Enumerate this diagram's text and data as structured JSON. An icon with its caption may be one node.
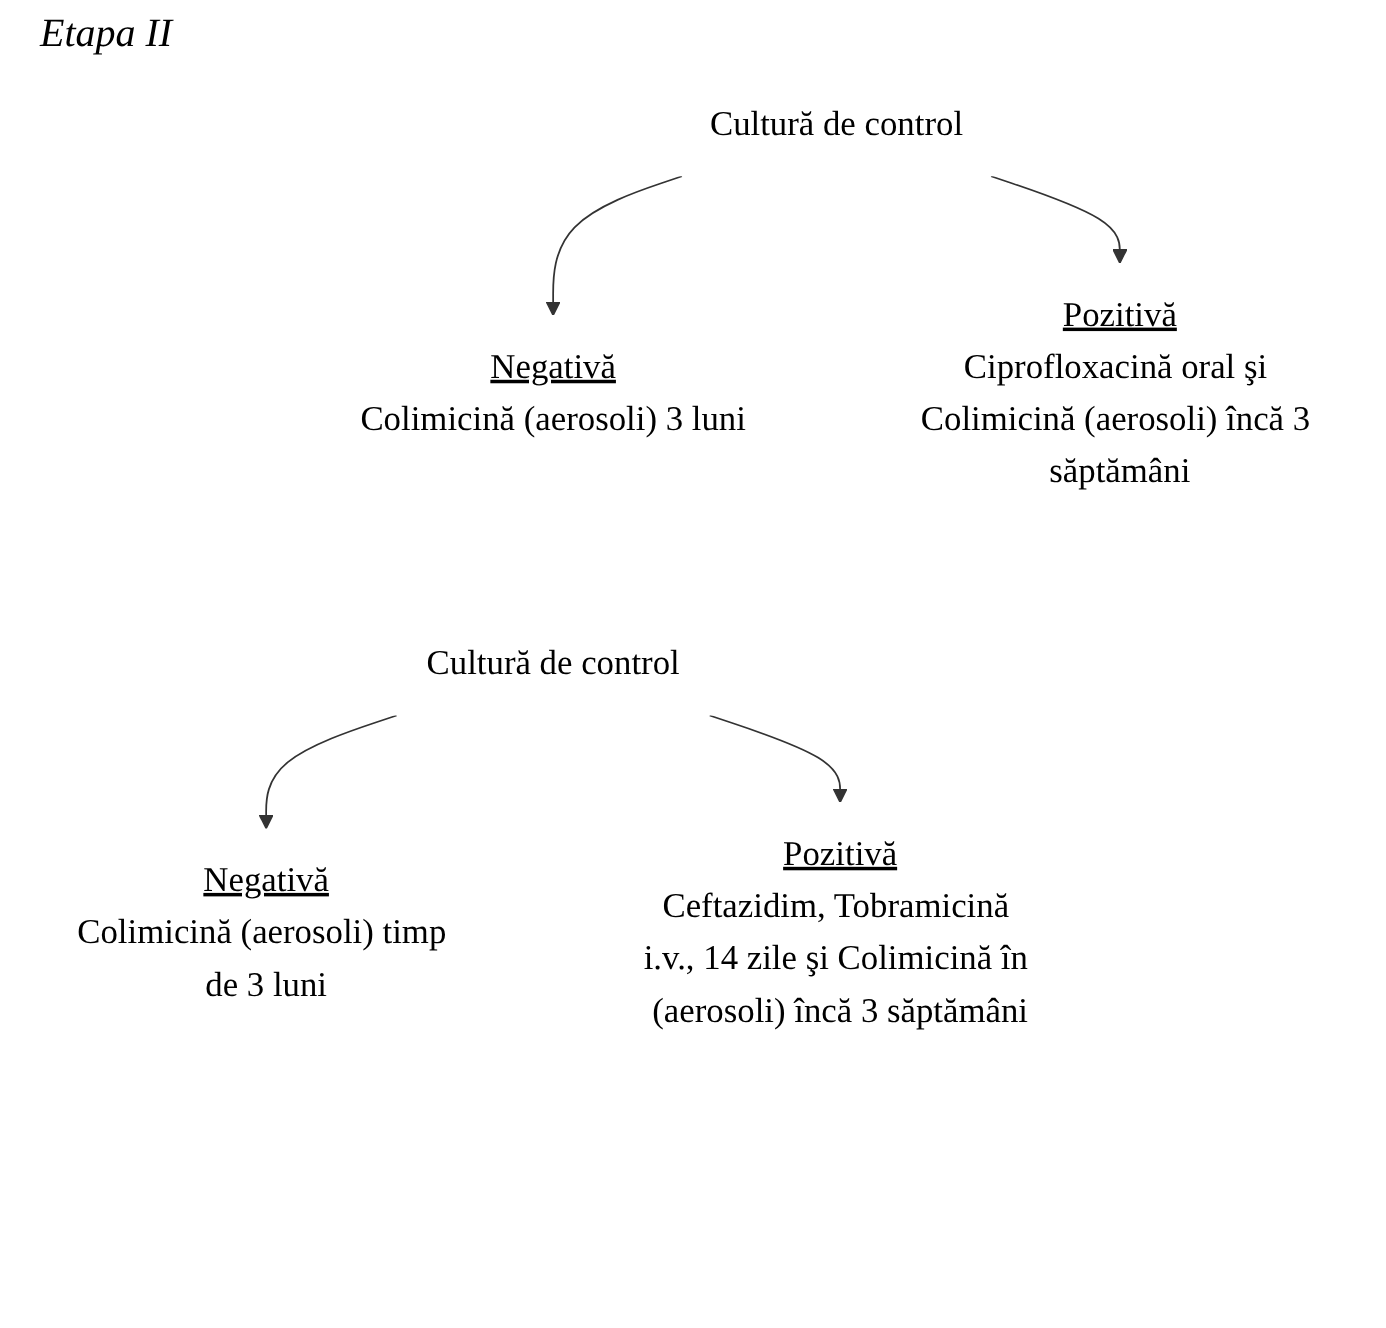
{
  "diagram": {
    "nodes": [
      {
        "text": [
          "Cultură de control"
        ]
      },
      {
        "text": [
          "Negativă",
          "Colimicină (aerosoli) 3 luni"
        ]
      },
      {
        "text": [
          "Pozitivă",
          "Ciprofloxacină oral şi Colimicină (aerosoli) încă 3 săptămâni"
        ]
      },
      {
        "text": [
          "Cultură de control"
        ]
      },
      {
        "text": [
          "Negativă",
          "Colimicină (aerosoli) timp de 3 luni"
        ]
      },
      {
        "text": [
          "Pozitivă",
          "Ceftazidim, Tobramicină i.v., 14 zile şi Colimicină în (aerosoli) încă 3 săptămâni"
        ]
      }
    ],
    "edges": [
      {
        "from": 0,
        "to": 1,
        "arrow": "to"
      },
      {
        "from": 0,
        "to": 2,
        "arrow": "to"
      },
      {
        "from": 3,
        "to": 4,
        "arrow": "to"
      },
      {
        "from": 3,
        "to": 5,
        "arrow": "to"
      }
    ],
    "labels": [
      "Etapa II"
    ]
  }
}
